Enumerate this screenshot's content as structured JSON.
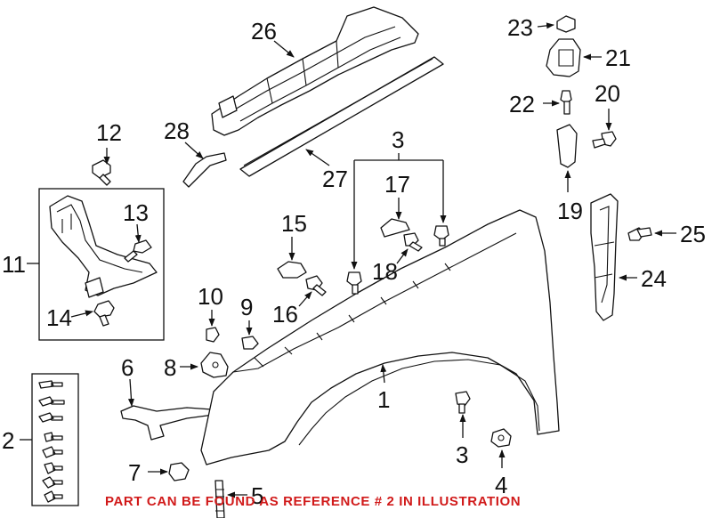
{
  "diagram": {
    "callouts": {
      "c1": "1",
      "c2": "2",
      "c3a": "3",
      "c3b": "3",
      "c4": "4",
      "c5": "5",
      "c6": "6",
      "c7": "7",
      "c8": "8",
      "c9": "9",
      "c10": "10",
      "c11": "11",
      "c12": "12",
      "c13": "13",
      "c14": "14",
      "c15": "15",
      "c16": "16",
      "c17": "17",
      "c18": "18",
      "c19": "19",
      "c20": "20",
      "c21": "21",
      "c22": "22",
      "c23": "23",
      "c24": "24",
      "c25": "25",
      "c26": "26",
      "c27": "27",
      "c28": "28"
    },
    "note": "PART CAN BE FOUND AS REFERENCE # 2 IN ILLUSTRATION",
    "note_color": "#d11a1a"
  }
}
